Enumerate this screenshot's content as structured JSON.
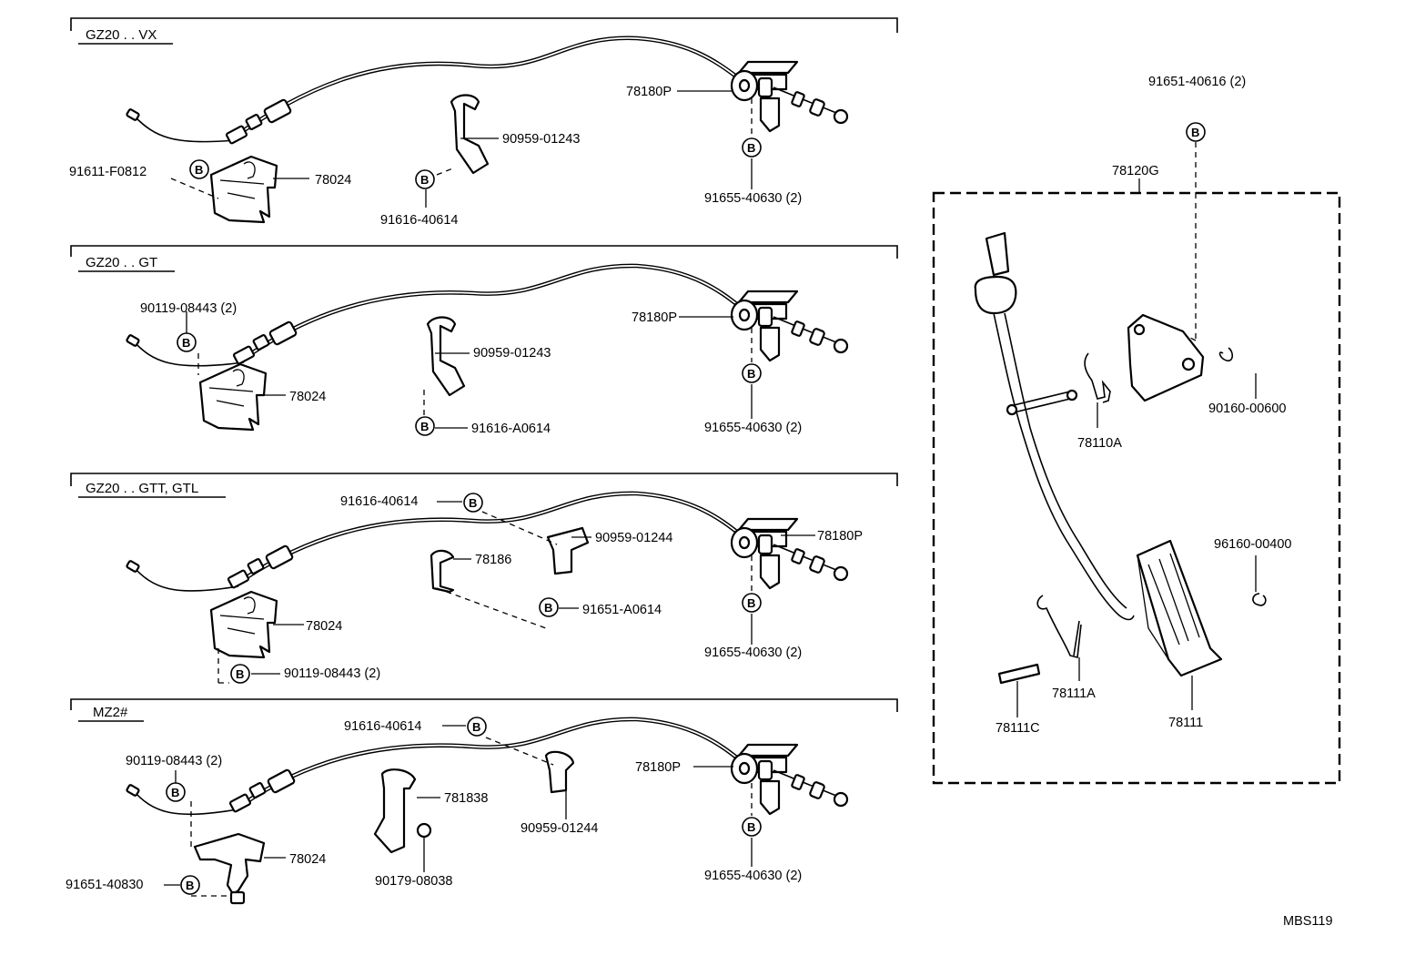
{
  "sections": [
    {
      "title": "GZ20 . . VX",
      "labels": [
        "78180P",
        "90959-01243",
        "91611-F0812",
        "78024",
        "91616-40614",
        "91655-40630 (2)"
      ]
    },
    {
      "title": "GZ20 . . GT",
      "labels": [
        "78180P",
        "90959-01243",
        "90119-08443 (2)",
        "78024",
        "91616-A0614",
        "91655-40630 (2)"
      ]
    },
    {
      "title": "GZ20 . . GTT, GTL",
      "labels": [
        "91616-40614",
        "90959-01244",
        "78180P",
        "78186",
        "91651-A0614",
        "78024",
        "90119-08443 (2)",
        "91655-40630 (2)"
      ]
    },
    {
      "title": "MZ2#",
      "labels": [
        "91616-40614",
        "78180P",
        "90119-08443 (2)",
        "781838",
        "90959-01244",
        "78024",
        "90179-08038",
        "91651-40830",
        "91655-40630 (2)"
      ]
    }
  ],
  "pedal_assembly": {
    "labels": [
      "91651-40616 (2)",
      "78120G",
      "90160-00600",
      "78110A",
      "96160-00400",
      "78111A",
      "78111C",
      "78111"
    ]
  },
  "b_marker": "B",
  "diagram_code": "MBS119",
  "icons": [
    "accelerator-cable-icon",
    "cable-bracket-icon",
    "clip-icon",
    "accelerator-pedal-icon",
    "pedal-pad-icon",
    "return-spring-icon"
  ]
}
